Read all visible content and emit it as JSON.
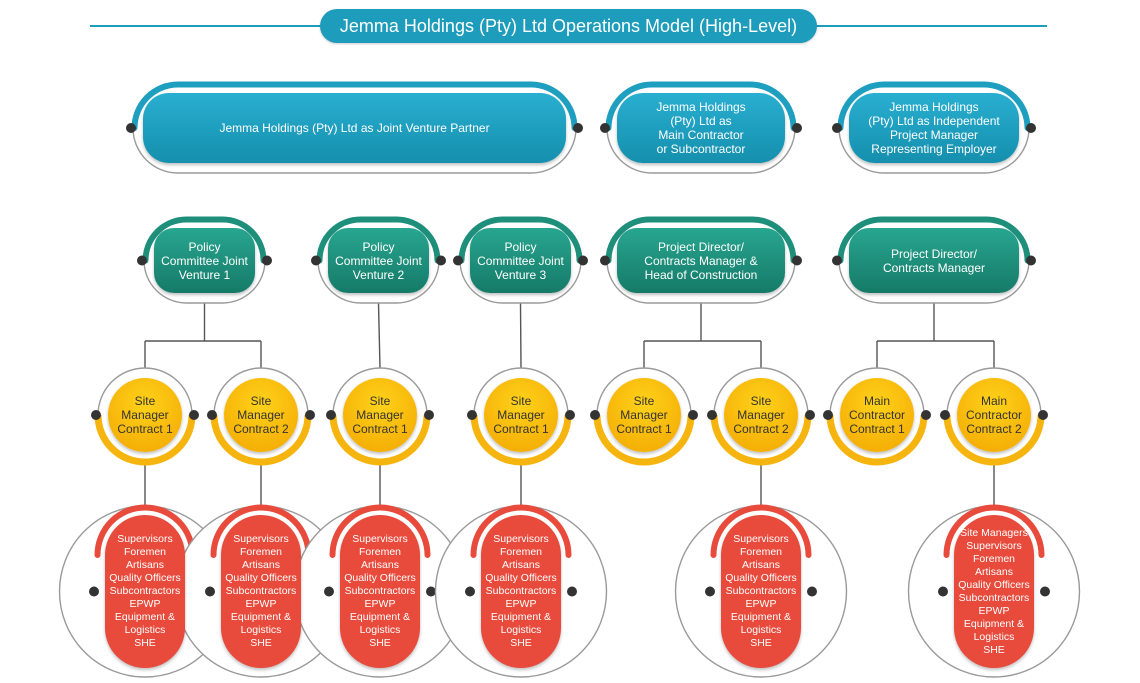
{
  "title": "Jemma Holdings (Pty) Ltd Operations Model (High-Level)",
  "colors": {
    "title": "#1e9cbc",
    "roles": "#1f9fc0",
    "committees": "#1e8f7b",
    "managers": "#f6b40e",
    "teams": "#e84a3b",
    "lines": "#555555"
  },
  "roles": [
    {
      "id": "jv",
      "label": "Jemma Holdings (Pty) Ltd as Joint Venture Partner"
    },
    {
      "id": "main",
      "label": "Jemma Holdings\n(Pty) Ltd as\nMain Contractor\nor Subcontractor"
    },
    {
      "id": "pm",
      "label": "Jemma Holdings\n(Pty) Ltd as Independent\nProject Manager\nRepresenting Employer"
    }
  ],
  "committees": [
    {
      "id": "pc1",
      "parent": "jv",
      "label": "Policy\nCommittee Joint\nVenture 1"
    },
    {
      "id": "pc2",
      "parent": "jv",
      "label": "Policy\nCommittee Joint\nVenture 2"
    },
    {
      "id": "pc3",
      "parent": "jv",
      "label": "Policy\nCommittee Joint\nVenture 3"
    },
    {
      "id": "pd1",
      "parent": "main",
      "label": "Project Director/\nContracts Manager &\nHead of Construction"
    },
    {
      "id": "pd2",
      "parent": "pm",
      "label": "Project Director/\nContracts Manager"
    }
  ],
  "managers": [
    {
      "id": "m1",
      "parent": "pc1",
      "label": "Site\nManager\nContract 1"
    },
    {
      "id": "m2",
      "parent": "pc1",
      "label": "Site\nManager\nContract 2"
    },
    {
      "id": "m3",
      "parent": "pc2",
      "label": "Site\nManager\nContract 1"
    },
    {
      "id": "m4",
      "parent": "pc3",
      "label": "Site\nManager\nContract 1"
    },
    {
      "id": "m5",
      "parent": "pd1",
      "label": "Site\nManager\nContract 1"
    },
    {
      "id": "m6",
      "parent": "pd1",
      "label": "Site\nManager\nContract 2"
    },
    {
      "id": "m7",
      "parent": "pd2",
      "label": "Main\nContractor\nContract 1"
    },
    {
      "id": "m8",
      "parent": "pd2",
      "label": "Main\nContractor\nContract 2"
    }
  ],
  "teams": [
    {
      "id": "t1",
      "parent": "m1",
      "label": "Supervisors\nForemen\nArtisans\nQuality Officers\nSubcontractors\nEPWP\nEquipment &\nLogistics\nSHE"
    },
    {
      "id": "t2",
      "parent": "m2",
      "label": "Supervisors\nForemen\nArtisans\nQuality Officers\nSubcontractors\nEPWP\nEquipment &\nLogistics\nSHE"
    },
    {
      "id": "t3",
      "parent": "m3",
      "label": "Supervisors\nForemen\nArtisans\nQuality Officers\nSubcontractors\nEPWP\nEquipment &\nLogistics\nSHE"
    },
    {
      "id": "t4",
      "parent": "m4",
      "label": "Supervisors\nForemen\nArtisans\nQuality Officers\nSubcontractors\nEPWP\nEquipment &\nLogistics\nSHE"
    },
    {
      "id": "t5",
      "parent": "m6",
      "label": "Supervisors\nForemen\nArtisans\nQuality Officers\nSubcontractors\nEPWP\nEquipment &\nLogistics\nSHE"
    },
    {
      "id": "t6",
      "parent": "m8",
      "label": "Site Managers\nSupervisors\nForemen\nArtisans\nQuality Officers\nSubcontractors\nEPWP\nEquipment &\nLogistics\nSHE"
    }
  ]
}
